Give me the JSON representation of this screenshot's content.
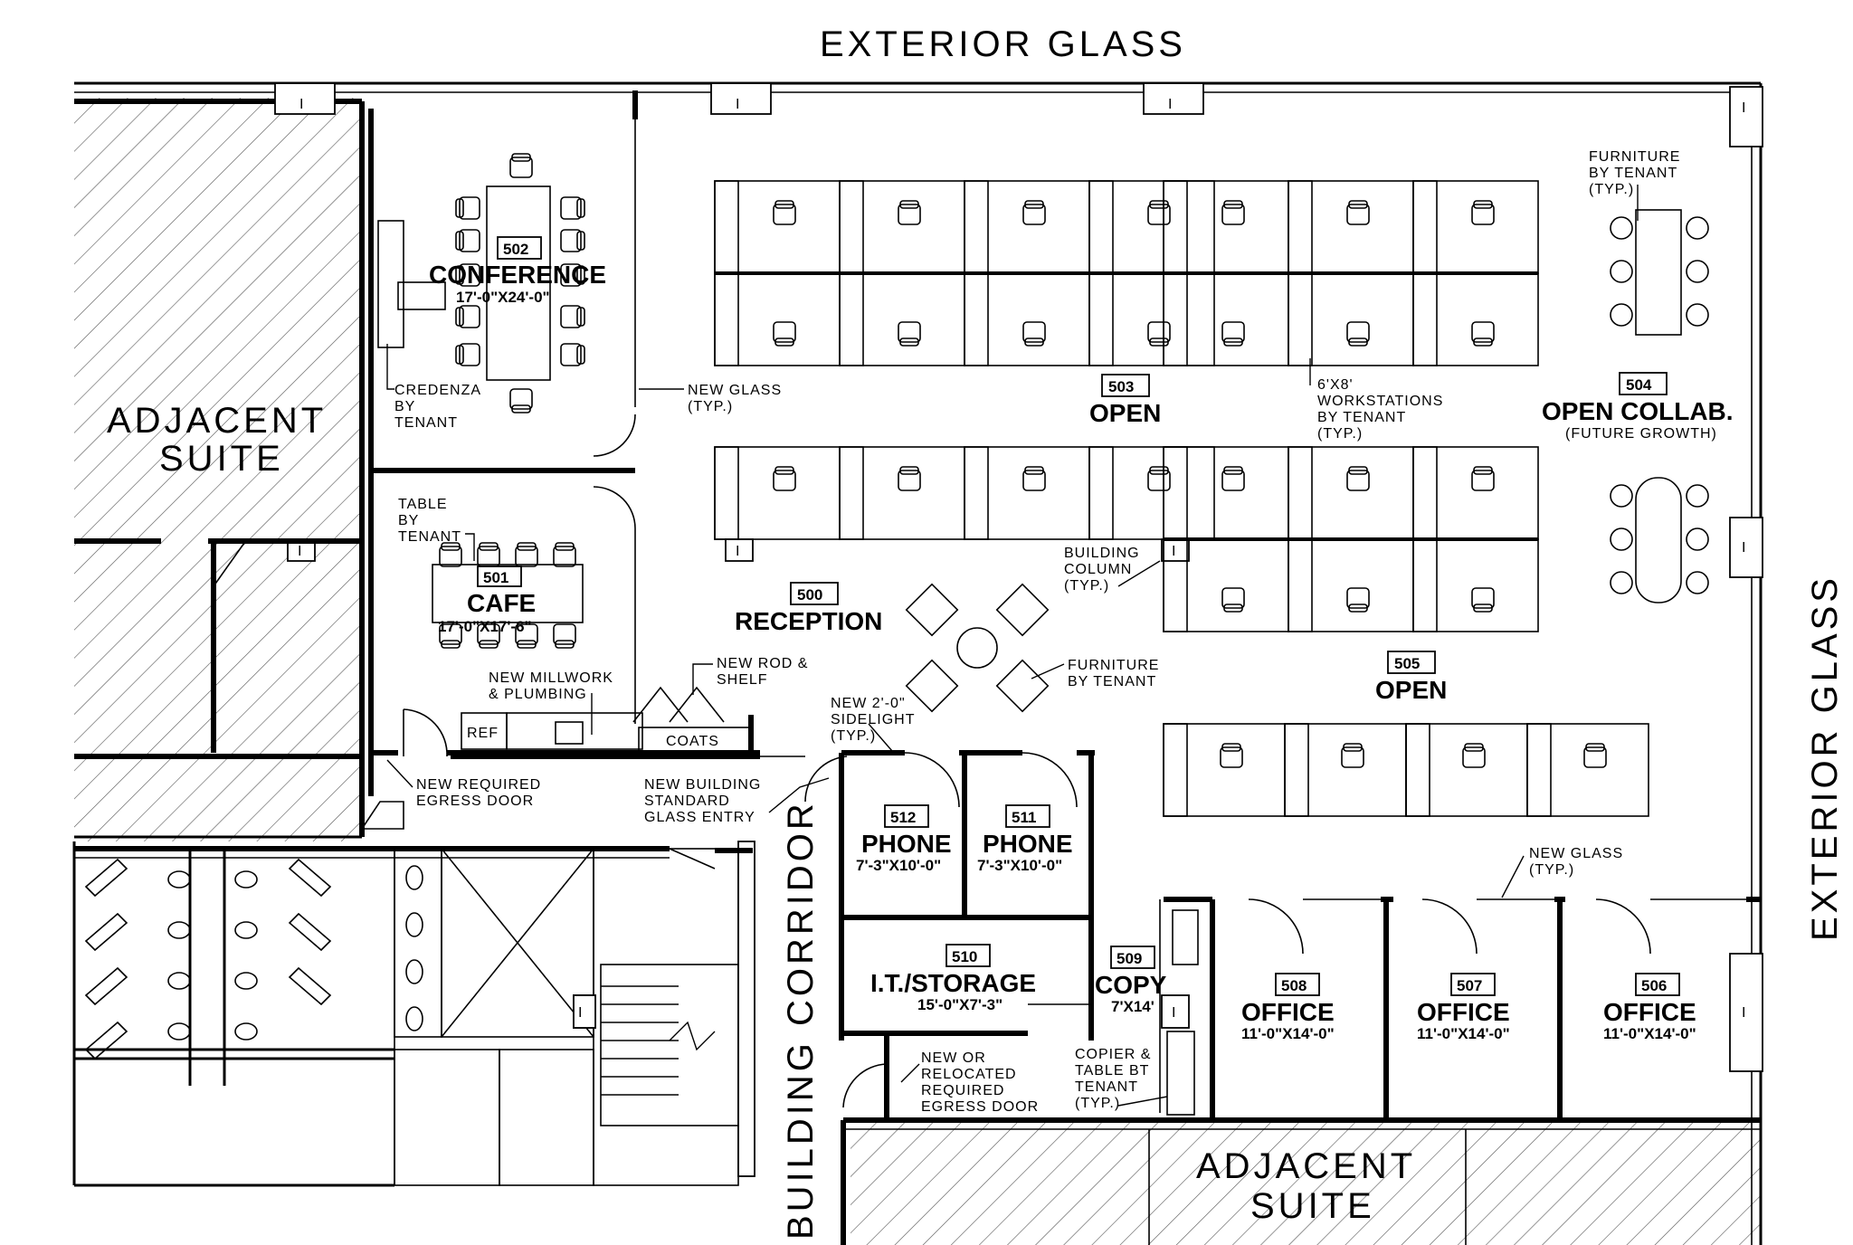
{
  "labels": {
    "exterior_glass_top": "EXTERIOR GLASS",
    "exterior_glass_right": "EXTERIOR GLASS",
    "adjacent_suite_left_1": "ADJACENT",
    "adjacent_suite_left_2": "SUITE",
    "adjacent_suite_bottom_1": "ADJACENT",
    "adjacent_suite_bottom_2": "SUITE",
    "building_corridor": "BUILDING CORRIDOR"
  },
  "rooms": {
    "r500": {
      "num": "500",
      "name": "RECEPTION"
    },
    "r501": {
      "num": "501",
      "name": "CAFE",
      "dim": "17'-0\"X17'-6\""
    },
    "r502": {
      "num": "502",
      "name": "CONFERENCE",
      "dim": "17'-0\"X24'-0\""
    },
    "r503": {
      "num": "503",
      "name": "OPEN"
    },
    "r504": {
      "num": "504",
      "name": "OPEN COLLAB.",
      "sub": "(FUTURE GROWTH)"
    },
    "r505": {
      "num": "505",
      "name": "OPEN"
    },
    "r506": {
      "num": "506",
      "name": "OFFICE",
      "dim": "11'-0\"X14'-0\""
    },
    "r507": {
      "num": "507",
      "name": "OFFICE",
      "dim": "11'-0\"X14'-0\""
    },
    "r508": {
      "num": "508",
      "name": "OFFICE",
      "dim": "11'-0\"X14'-0\""
    },
    "r509": {
      "num": "509",
      "name": "COPY",
      "dim": "7'X14'"
    },
    "r510": {
      "num": "510",
      "name": "I.T./STORAGE",
      "dim": "15'-0\"X7'-3\""
    },
    "r511": {
      "num": "511",
      "name": "PHONE",
      "dim": "7'-3\"X10'-0\""
    },
    "r512": {
      "num": "512",
      "name": "PHONE",
      "dim": "7'-3\"X10'-0\""
    }
  },
  "notes": {
    "credenza": [
      "CREDENZA",
      "BY",
      "TENANT"
    ],
    "new_glass_1": [
      "NEW GLASS",
      "(TYP.)"
    ],
    "table_by_tenant": [
      "TABLE",
      "BY",
      "TENANT"
    ],
    "workstations": [
      "6'X8'",
      "WORKSTATIONS",
      "BY TENANT",
      "(TYP.)"
    ],
    "furniture_tenant_typ": [
      "FURNITURE",
      "BY TENANT",
      "(TYP.)"
    ],
    "building_column": [
      "BUILDING",
      "COLUMN",
      "(TYP.)"
    ],
    "furniture_tenant": [
      "FURNITURE",
      "BY TENANT"
    ],
    "rod_shelf": [
      "NEW ROD &",
      "SHELF"
    ],
    "millwork": [
      "NEW MILLWORK",
      "& PLUMBING"
    ],
    "sidelight": [
      "NEW 2'-0\"",
      "SIDELIGHT",
      "(TYP.)"
    ],
    "egress_door": [
      "NEW REQUIRED",
      "EGRESS DOOR"
    ],
    "glass_entry": [
      "NEW BUILDING",
      "STANDARD",
      "GLASS ENTRY"
    ],
    "new_glass_2": [
      "NEW GLASS",
      "(TYP.)"
    ],
    "relocated_egress": [
      "NEW OR",
      "RELOCATED",
      "REQUIRED",
      "EGRESS DOOR"
    ],
    "copier": [
      "COPIER &",
      "TABLE BT",
      "TENANT",
      "(TYP.)"
    ]
  },
  "fixtures": {
    "ref": "REF",
    "coats": "COATS",
    "column_mark": "I"
  }
}
